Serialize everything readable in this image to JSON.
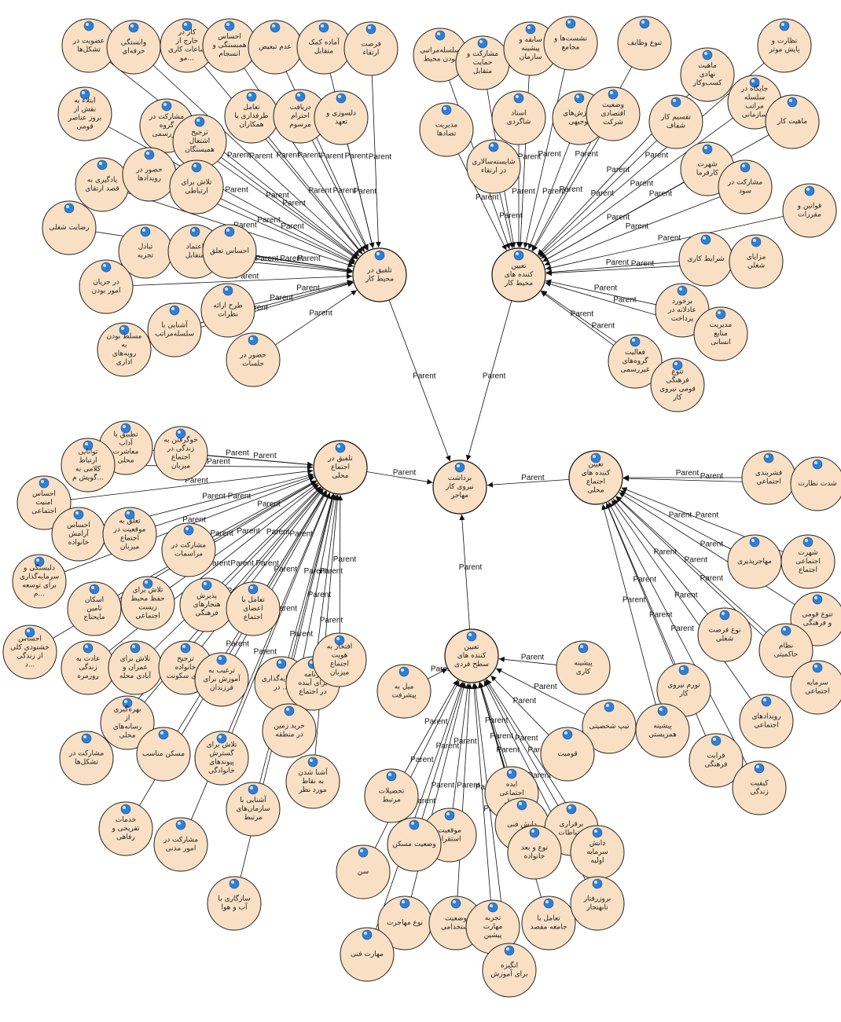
{
  "colors": {
    "node_fill": "#f9e0c4",
    "node_stroke": "#222222",
    "icon": "#2f7fd6",
    "edge": "#111111"
  },
  "relation_label": "Parent",
  "root": {
    "id": "root",
    "label": "برداشت نیروی کار مهاجر"
  },
  "hubs": [
    {
      "id": "h1",
      "label": "تلفیق در محیط کار"
    },
    {
      "id": "h2",
      "label": "تعیین کننده های محیط کار"
    },
    {
      "id": "h3",
      "label": "تلفیق در اجتماع محلی"
    },
    {
      "id": "h4",
      "label": "تعیین کننده های اجتماع محلی"
    },
    {
      "id": "h5",
      "label": "تعیین کننده های سطح فردی"
    }
  ],
  "leaves": {
    "h1": [
      "عضویت در تشکل‌ها",
      "وابستگی حرفه‌ای",
      "کار در خارج از ساعات کاری مو...",
      "احساس همبستگی و انسجام",
      "عدم تبعیض",
      "آماده کمک متقابل",
      "فرصت ارتقاء",
      "ابتلاء به نقش از بروز عناصر قومی",
      "مشارکت در گروه غیررسمی",
      "ترجیح اشتغال همبستگان",
      "تعامل طرفداری یا همکاران",
      "دریافت احترام مرسوم",
      "دلسوزی و تعهد",
      "یادگیری به قصد ارتقای",
      "حضور در رویدادها",
      "تلاش برای ارتباطی",
      "رضایت شغلی",
      "تبادل تجربه",
      "اعتماد متقابل",
      "احساس تعلق",
      "در جریان امور بودن",
      "مسلط بودن به رویه‌های اداری",
      "آشنایی با سلسله‌مراتب",
      "طرح ارائه نظرات",
      "حضور در جلسات"
    ],
    "h2": [
      "سلسله‌مراتبی بودن محیط",
      "مشارکت و حمایت متقابل",
      "سابقه و پیشینه سازمان",
      "نشست‌ها و مجامع",
      "تنوع وظایف",
      "نظارت و پایش موثر",
      "مدیریت تضادها",
      "شایسته‌سالاری در ارتقاء",
      "استاد شاگردی",
      "آموزش‌های توجیهی",
      "وضعیت اقتصادی شرکت",
      "تقسیم کار شفاف",
      "ماهیت نهادی کسب‌وکار",
      "جایگاه در سلسله مراتب سازمانی",
      "ماهیت کار",
      "شهرت کارفرما",
      "مشارکت در سود",
      "قوانین و مقررات",
      "شرایط کاری",
      "مزایای شغلی",
      "برخورد عادلانه در پرداخت",
      "مدیریت منابع انسانی",
      "فعالیت گروه‌های غیررسمی",
      "تنوع فرهنگی قومی نیروی کار"
    ],
    "h3": [
      "تطبیق با آداب معاشرت محلی",
      "توانایی ارتباط کلامی به گویش م...",
      "خوگرفتن به زندگی در اجتماع میزبان",
      "احساس امنیت اجتماعی",
      "احساس آرامش خانواده",
      "تعلق به موقعیت در اجتماع میزبان د...",
      "مشارکت در مراسمات",
      "دلبستگی و سرمایه‌گذاری برای توسعه م...",
      "تلاش برای حفظ محیط زیست اجتماعی",
      "اسکان تامین مایحتاج",
      "پذیرش هنجارهای فرهنگی",
      "تعامل با اعضای اجتماع",
      "احساس خشنودی کلی از زندگی د...",
      "عادت به زندگی روزمره",
      "تلاش برای عمران و آبادی محله",
      "ترجیح خانواده برای سکونت",
      "ترغیب به آموزش برای فرزندان",
      "سرمایه‌گذاری در ...",
      "برنامه برای آینده در اجتماع",
      "افتخار به هویت اجتماع میزبان",
      "بهره‌گیری از رسانه‌های محلی",
      "مشارکت در تشکل‌ها",
      "مسکن مناسب",
      "تلاش برای گسترش پیوندهای خانوادگی",
      "خرید زمین در منطقه",
      "آشنا شدن به نقاط مورد نظر",
      "آشنایی با سازمان‌های مرتبط",
      "خدمات تفریحی و رفاهی",
      "مشارکت در امور مدنی",
      "سازگاری با آب و هوا"
    ],
    "h4": [
      "قشربندی اجتماعی",
      "شدت نظارت",
      "شهرت اجتماعی اجتماع",
      "مهاجرپذیری",
      "تنوع قومی و فرهنگی",
      "نوع فرصت شغلی",
      "نظام حاکمیتی",
      "سرمایه اجتماعی",
      "تورم نیروی کار",
      "پیشینه همزیستی",
      "رویدادهای اجتماعی",
      "قرابت فرهنگی",
      "کیفیت زندگی"
    ],
    "h5": [
      "پیشینه کاری",
      "میل به پیشرفت",
      "تیپ شخصیتی",
      "قومیت",
      "تحصیلات مرتبط",
      "ایده اجتماعی شغل",
      "موقعیت استقرار",
      "وضعیت مسکن",
      "دانش فنی",
      "برقراری ارتباطات",
      "دانش سرمایه اولیه",
      "نوع و بعد خانواده",
      "سن",
      "نوع مهاجرت",
      "وضعیت استخدامی",
      "تجربه مهارت پیشین",
      "تعامل با جامعه مقصد",
      "بروزرفتار نابهنجار",
      "مهارت فنی",
      "انگیزه برای آموزش"
    ]
  }
}
